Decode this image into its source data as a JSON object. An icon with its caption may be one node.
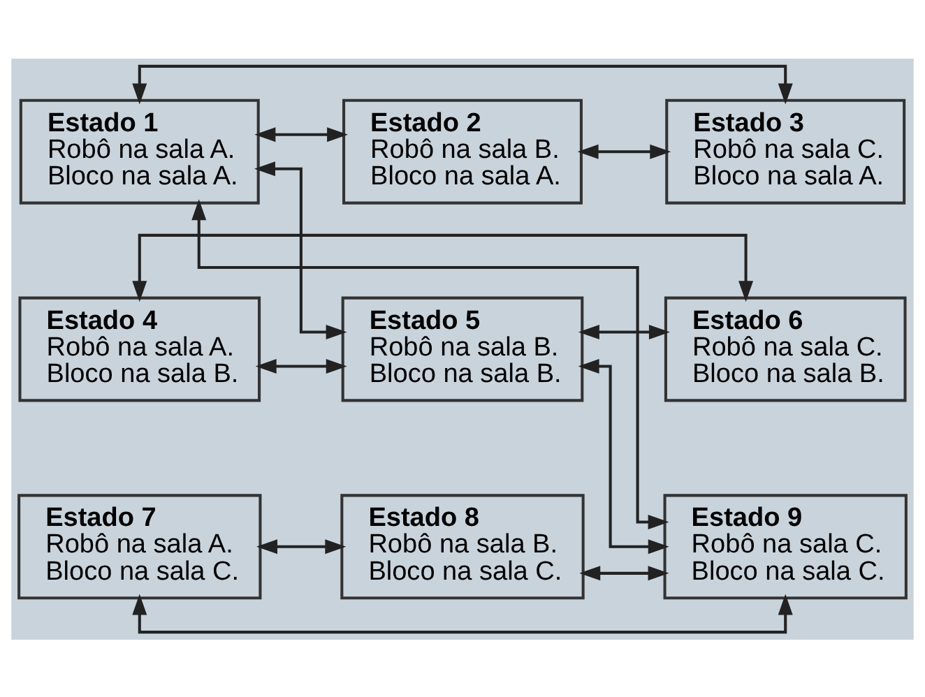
{
  "diagram": {
    "nodes": [
      {
        "text": [
          "Estado 1",
          "Robô na sala A. Bloco na sala A."
        ]
      },
      {
        "text": [
          "Estado 2",
          "Robô na sala B. Bloco na sala A."
        ]
      },
      {
        "text": [
          "Estado 3",
          "Robô na sala C. Bloco na sala A."
        ]
      },
      {
        "text": [
          "Estado 4",
          "Robô na sala A. Bloco na sala B."
        ]
      },
      {
        "text": [
          "Estado 5",
          "Robô na sala B. Bloco na sala B."
        ]
      },
      {
        "text": [
          "Estado 6",
          "Robô na sala C. Bloco na sala B."
        ]
      },
      {
        "text": [
          "Estado 7",
          "Robô na sala A. Bloco na sala C."
        ]
      },
      {
        "text": [
          "Estado 8",
          "Robô na sala B. Bloco na sala C."
        ]
      },
      {
        "text": [
          "Estado 9",
          "Robô na sala C. Bloco na sala C."
        ]
      }
    ],
    "edges": [
      {
        "from": 0,
        "to": 1,
        "arrow": "both"
      },
      {
        "from": 1,
        "to": 2,
        "arrow": "both"
      },
      {
        "from": 0,
        "to": 2,
        "arrow": "both"
      },
      {
        "from": 0,
        "to": 8,
        "arrow": "both"
      },
      {
        "from": 0,
        "to": 4,
        "arrow": "both"
      },
      {
        "from": 3,
        "to": 4,
        "arrow": "both"
      },
      {
        "from": 4,
        "to": 5,
        "arrow": "both"
      },
      {
        "from": 3,
        "to": 5,
        "arrow": "both"
      },
      {
        "from": 4,
        "to": 8,
        "arrow": "both"
      },
      {
        "from": 6,
        "to": 7,
        "arrow": "both"
      },
      {
        "from": 7,
        "to": 8,
        "arrow": "both"
      },
      {
        "from": 6,
        "to": 8,
        "arrow": "both"
      }
    ]
  }
}
